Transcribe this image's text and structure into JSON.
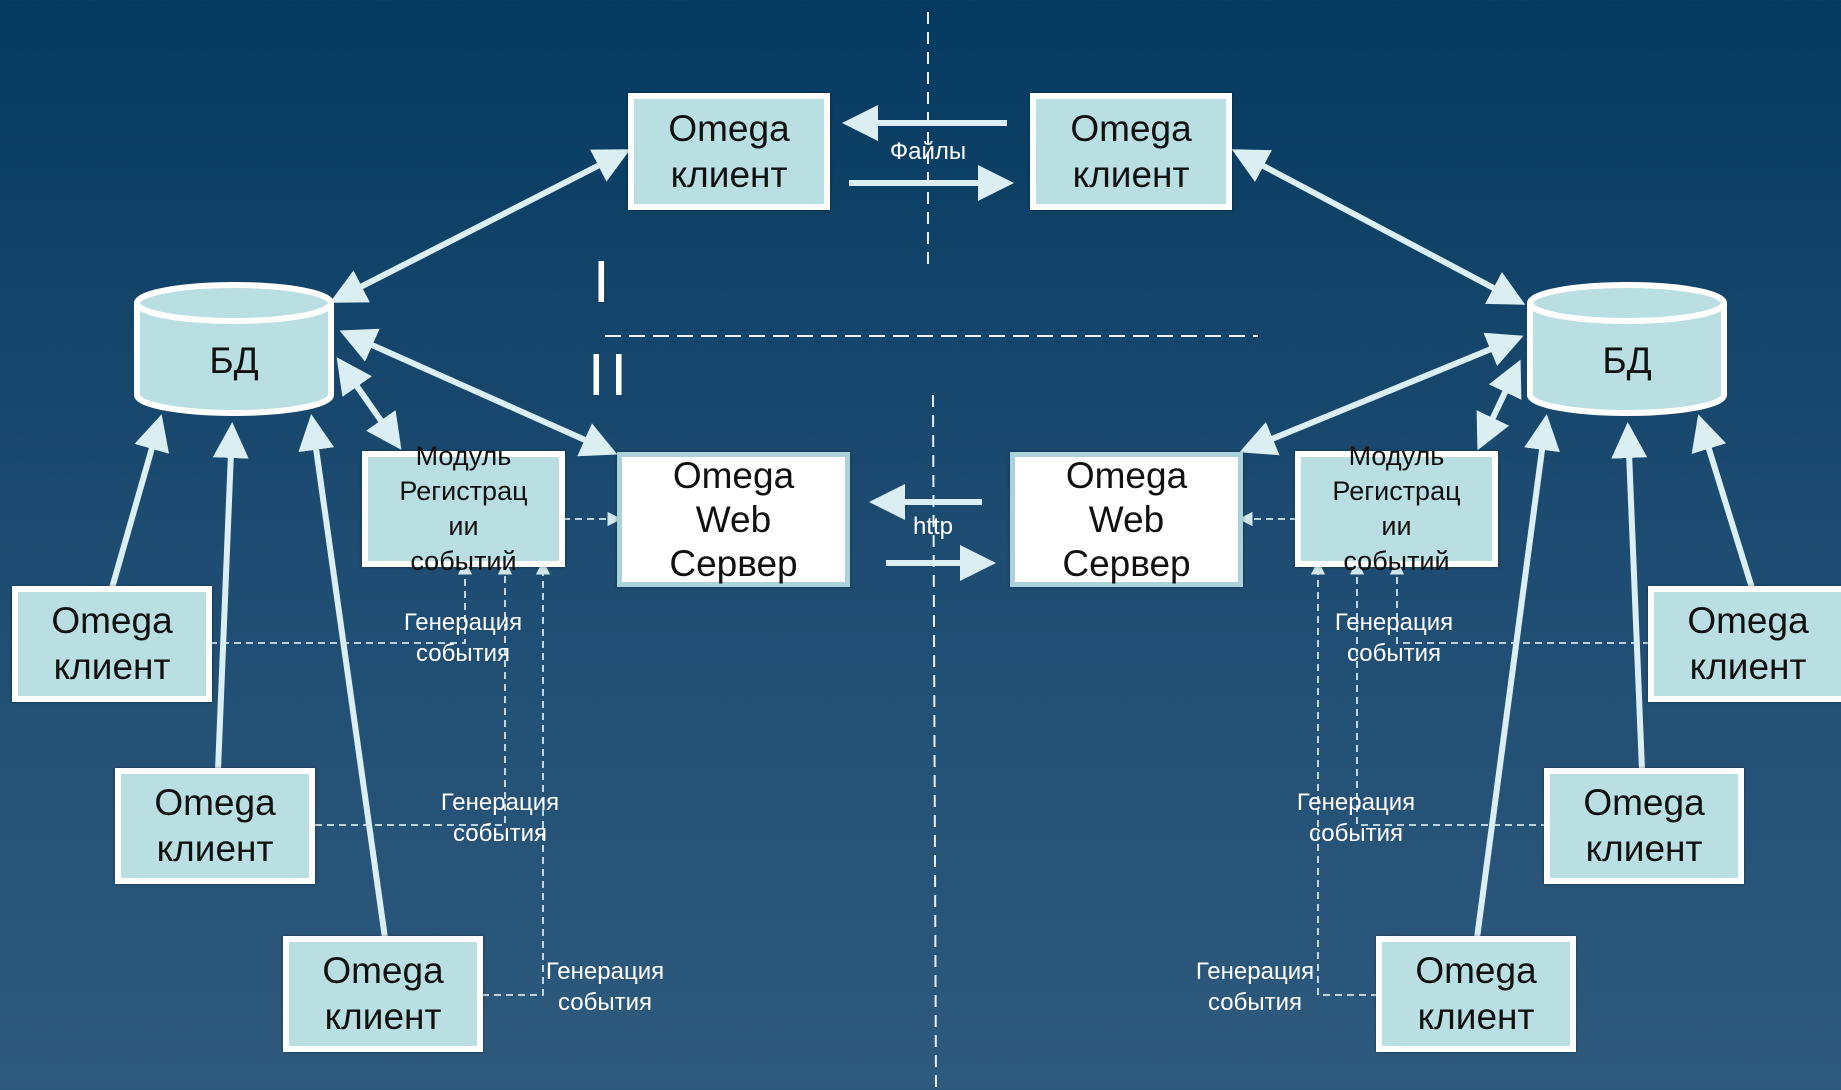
{
  "nodes": {
    "client_top_left": "Omega\nклиент",
    "client_top_right": "Omega\nклиент",
    "db_left": "БД",
    "db_right": "БД",
    "web_left": "Omega\nWeb\nСервер",
    "web_right": "Omega\nWeb\nСервер",
    "reg_left": "Модуль\nРегистрац\nии\nсобытий",
    "reg_right": "Модуль\nРегистрац\nии\nсобытий",
    "client_left_1": "Omega\nклиент",
    "client_left_2": "Omega\nклиент",
    "client_left_3": "Omega\nклиент",
    "client_right_1": "Omega\nклиент",
    "client_right_2": "Omega\nклиент",
    "client_right_3": "Omega\nклиент"
  },
  "labels": {
    "files": "Файлы",
    "http": "http",
    "section_1": "I",
    "section_2": "II",
    "event_gen_l1": "Генерация\nсобытия",
    "event_gen_l2": "Генерация\nсобытия",
    "event_gen_l3": "Генерация\nсобытия",
    "event_gen_r1": "Генерация\nсобытия",
    "event_gen_r2": "Генерация\nсобытия",
    "event_gen_r3": "Генерация\nсобытия"
  },
  "colors": {
    "background_top": "#053a60",
    "background_bottom": "#2f5a7e",
    "box_fill": "#b9dfe2",
    "arrow": "#dbeff2",
    "dashed": "#cfe6ea"
  }
}
